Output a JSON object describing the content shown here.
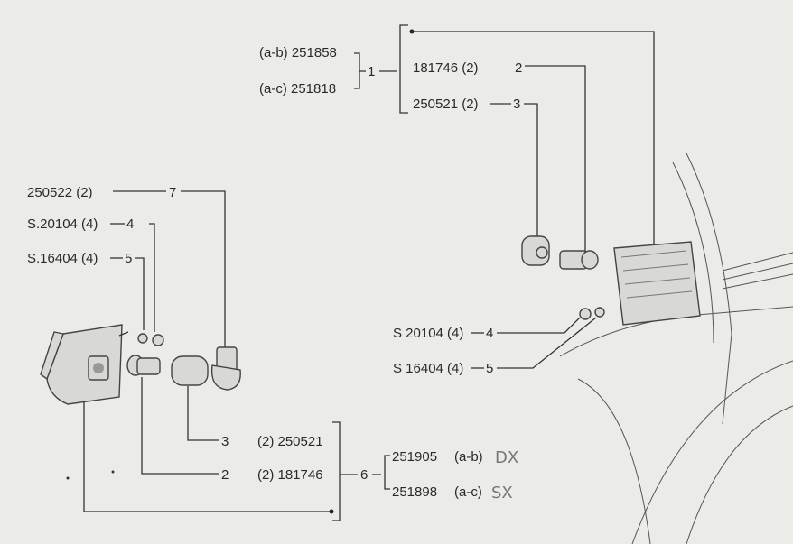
{
  "top_group": {
    "ab_label": "(a-b) 251858",
    "ac_label": "(a-c) 251818",
    "ref": "1",
    "bulb_label": "181746  (2)",
    "bulb_ref": "2",
    "socket_label": "250521 (2)",
    "socket_ref": "3"
  },
  "left_group": {
    "connector_label": "250522  (2)",
    "connector_ref": "7",
    "nut_label": "S.20104  (4)",
    "nut_ref": "4",
    "washer_label": "S.16404  (4)",
    "washer_ref": "5"
  },
  "right_group": {
    "nut_label": "S 20104  (4)",
    "nut_ref": "4",
    "washer_label": "S 16404  (4)",
    "washer_ref": "5"
  },
  "bottom_group": {
    "socket_ref": "3",
    "socket_label": "(2) 250521",
    "bulb_ref": "2",
    "bulb_label": "(2) 181746",
    "assembly_ref": "6",
    "dx_code": "251905",
    "dx_variant": "(a-b)",
    "dx_mark": "DX",
    "sx_code": "251898",
    "sx_variant": "(a-c)",
    "sx_mark": "SX"
  }
}
